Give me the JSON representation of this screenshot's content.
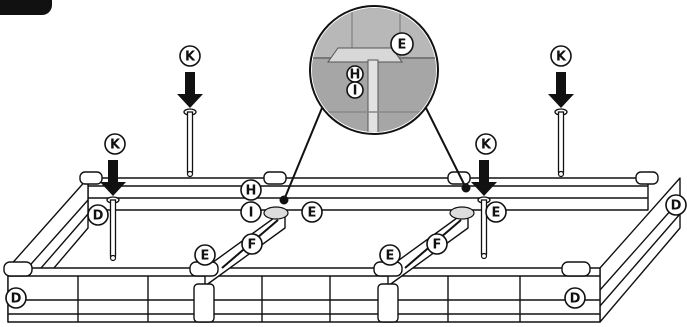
{
  "figure": {
    "step_number": "",
    "parts": {
      "K": "K",
      "D": "D",
      "E": "E",
      "F": "F",
      "H": "H",
      "I": "I"
    },
    "callouts": [
      {
        "part": "K",
        "role": "drop-arrow"
      },
      {
        "part": "K",
        "role": "drop-arrow"
      },
      {
        "part": "K",
        "role": "drop-arrow"
      },
      {
        "part": "K",
        "role": "drop-arrow"
      },
      {
        "part": "D",
        "role": "corner-post"
      },
      {
        "part": "D",
        "role": "corner-post"
      },
      {
        "part": "D",
        "role": "corner-post"
      },
      {
        "part": "D",
        "role": "corner-post"
      },
      {
        "part": "E",
        "role": "bracket"
      },
      {
        "part": "E",
        "role": "bracket"
      },
      {
        "part": "E",
        "role": "bracket"
      },
      {
        "part": "E",
        "role": "bracket"
      },
      {
        "part": "E",
        "role": "bracket"
      },
      {
        "part": "F",
        "role": "support-bar"
      },
      {
        "part": "F",
        "role": "support-bar"
      },
      {
        "part": "H",
        "role": "pin"
      },
      {
        "part": "I",
        "role": "washer"
      }
    ],
    "zoom": {
      "labels": [
        "E",
        "H",
        "I"
      ]
    }
  }
}
